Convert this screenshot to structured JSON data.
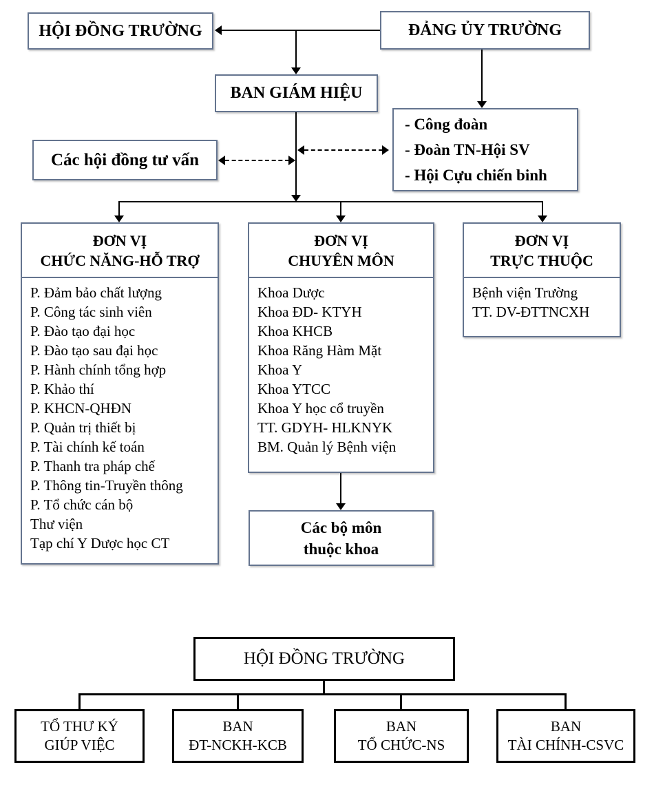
{
  "top_chart": {
    "boxes": {
      "hoi_dong_truong": "HỘI ĐỒNG TRƯỜNG",
      "dang_uy_truong": "ĐẢNG ỦY TRƯỜNG",
      "ban_giam_hieu": "BAN GIÁM HIỆU",
      "cac_hoi_dong_tu_van": "Các hội đồng tư vấn",
      "doan_the_items": [
        "- Công đoàn",
        "- Đoàn TN-Hội SV",
        "- Hội Cựu chiến binh"
      ],
      "cac_bo_mon_lines": [
        "Các bộ môn",
        "thuộc khoa"
      ]
    },
    "columns": [
      {
        "title": [
          "ĐƠN VỊ",
          "CHỨC NĂNG-HỖ TRỢ"
        ],
        "items": [
          "P. Đảm bảo chất lượng",
          "P. Công tác sinh viên",
          "P. Đào tạo đại học",
          "P. Đào tạo sau đại học",
          "P. Hành chính tổng hợp",
          "P. Khảo thí",
          "P. KHCN-QHĐN",
          "P. Quản trị thiết bị",
          "P. Tài chính kế toán",
          "P. Thanh tra pháp chế",
          "P. Thông tin-Truyền thông",
          "P. Tổ chức cán bộ",
          "Thư viện",
          "Tạp chí Y Dược học CT"
        ]
      },
      {
        "title": [
          "ĐƠN VỊ",
          "CHUYÊN MÔN"
        ],
        "items": [
          "Khoa Dược",
          "Khoa ĐD- KTYH",
          "Khoa KHCB",
          "Khoa Răng Hàm Mặt",
          "Khoa Y",
          "Khoa YTCC",
          "Khoa Y học cổ truyền",
          "TT. GDYH- HLKNYK",
          "BM. Quản lý Bệnh viện"
        ]
      },
      {
        "title": [
          "ĐƠN VỊ",
          "TRỰC THUỘC"
        ],
        "items": [
          "Bệnh viện Trường",
          "TT. DV-ĐTTNCXH"
        ]
      }
    ]
  },
  "bottom_chart": {
    "root": "HỘI ĐỒNG TRƯỜNG",
    "children": [
      {
        "lines": [
          "TỔ THƯ KÝ",
          "GIÚP VIỆC"
        ]
      },
      {
        "lines": [
          "BAN",
          "ĐT-NCKH-KCB"
        ]
      },
      {
        "lines": [
          "BAN",
          "TỔ CHỨC-NS"
        ]
      },
      {
        "lines": [
          "BAN",
          "TÀI CHÍNH-CSVC"
        ]
      }
    ]
  },
  "colors": {
    "top_box_border": "#64748f",
    "bottom_box_border": "#000000",
    "connector": "#000000",
    "background": "#ffffff"
  }
}
